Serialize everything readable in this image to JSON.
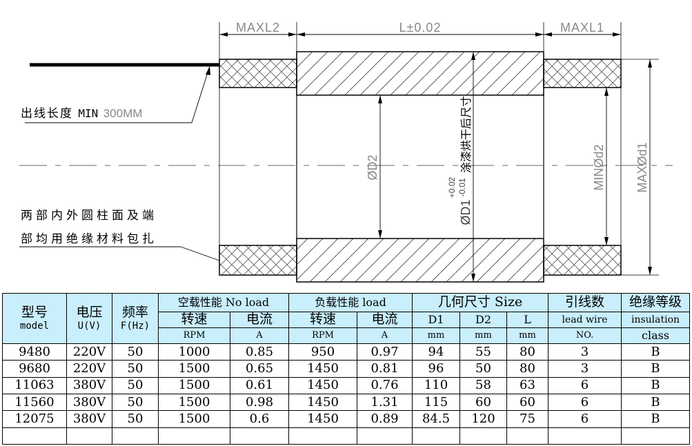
{
  "drawing": {
    "dims": {
      "maxl2": "MAXL2",
      "l_tol": "L±0.02",
      "maxl1": "MAXL1",
      "d2": "ØD2",
      "d1_main": "ØD1",
      "d1_tol_upper": "+0.02",
      "d1_tol_lower": "-0.01",
      "d1_note": "涂漆烘干后尺寸",
      "min_d2": "MINØd2",
      "max_d1": "MAXØd1"
    },
    "notes": {
      "lead_zh": "出线长度",
      "lead_min": "MIN",
      "lead_len": "300MM",
      "insul_line1": "两部内外圆柱面及端",
      "insul_line2": "部均用绝缘材料包扎"
    }
  },
  "table": {
    "headers": {
      "model_zh": "型号",
      "model_en": "model",
      "voltage_zh": "电压",
      "voltage_en": "U(V)",
      "freq_zh": "频率",
      "freq_en": "F(Hz)",
      "no_load": "空载性能 No load",
      "load": "负载性能 load",
      "size": "几何尺寸 Size",
      "lead_zh": "引线数",
      "insul_zh": "绝缘等级",
      "speed": "转速",
      "current": "电流",
      "speed2": "转速",
      "current2": "电流",
      "d1": "D1",
      "d2": "D2",
      "l": "L",
      "lead_en": "lead wire",
      "insul_en": "insulation",
      "rpm": "RPM",
      "amp": "A",
      "rpm2": "RPM",
      "amp2": "A",
      "mm1": "mm",
      "mm2": "mm",
      "mm3": "mm",
      "no": "NO.",
      "class": "class"
    },
    "rows": [
      [
        "9480",
        "220V",
        "50",
        "1000",
        "0.85",
        "950",
        "0.97",
        "94",
        "55",
        "80",
        "3",
        "B"
      ],
      [
        "9680",
        "220V",
        "50",
        "1500",
        "0.65",
        "1450",
        "0.81",
        "96",
        "50",
        "80",
        "3",
        "B"
      ],
      [
        "11063",
        "380V",
        "50",
        "1500",
        "0.61",
        "1450",
        "0.76",
        "110",
        "58",
        "63",
        "6",
        "B"
      ],
      [
        "11560",
        "380V",
        "50",
        "1500",
        "0.98",
        "1450",
        "1.31",
        "115",
        "60",
        "60",
        "6",
        "B"
      ],
      [
        "12075",
        "380V",
        "50",
        "1500",
        "0.6",
        "1450",
        "0.89",
        "84.5",
        "120",
        "75",
        "6",
        "B"
      ]
    ],
    "header_color": "#c9eefc"
  }
}
